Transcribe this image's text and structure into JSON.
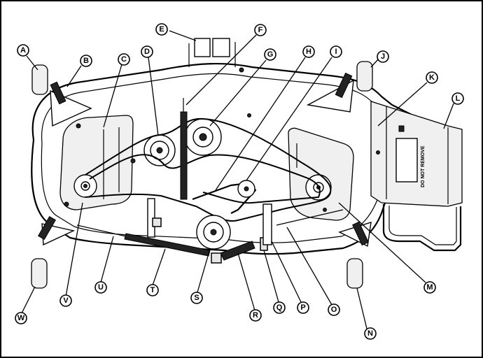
{
  "callouts": [
    {
      "id": "A",
      "label": "A"
    },
    {
      "id": "B",
      "label": "B"
    },
    {
      "id": "C",
      "label": "C"
    },
    {
      "id": "D",
      "label": "D"
    },
    {
      "id": "E",
      "label": "E"
    },
    {
      "id": "F",
      "label": "F"
    },
    {
      "id": "G",
      "label": "G"
    },
    {
      "id": "H",
      "label": "H"
    },
    {
      "id": "I",
      "label": "I"
    },
    {
      "id": "J",
      "label": "J"
    },
    {
      "id": "K",
      "label": "K"
    },
    {
      "id": "L",
      "label": "L"
    },
    {
      "id": "M",
      "label": "M"
    },
    {
      "id": "N",
      "label": "N"
    },
    {
      "id": "O",
      "label": "O"
    },
    {
      "id": "P",
      "label": "P"
    },
    {
      "id": "Q",
      "label": "Q"
    },
    {
      "id": "R",
      "label": "R"
    },
    {
      "id": "S",
      "label": "S"
    },
    {
      "id": "T",
      "label": "T"
    },
    {
      "id": "U",
      "label": "U"
    },
    {
      "id": "V",
      "label": "V"
    },
    {
      "id": "W",
      "label": "W"
    }
  ],
  "decal": {
    "text": "DO NOT REMOVE"
  }
}
